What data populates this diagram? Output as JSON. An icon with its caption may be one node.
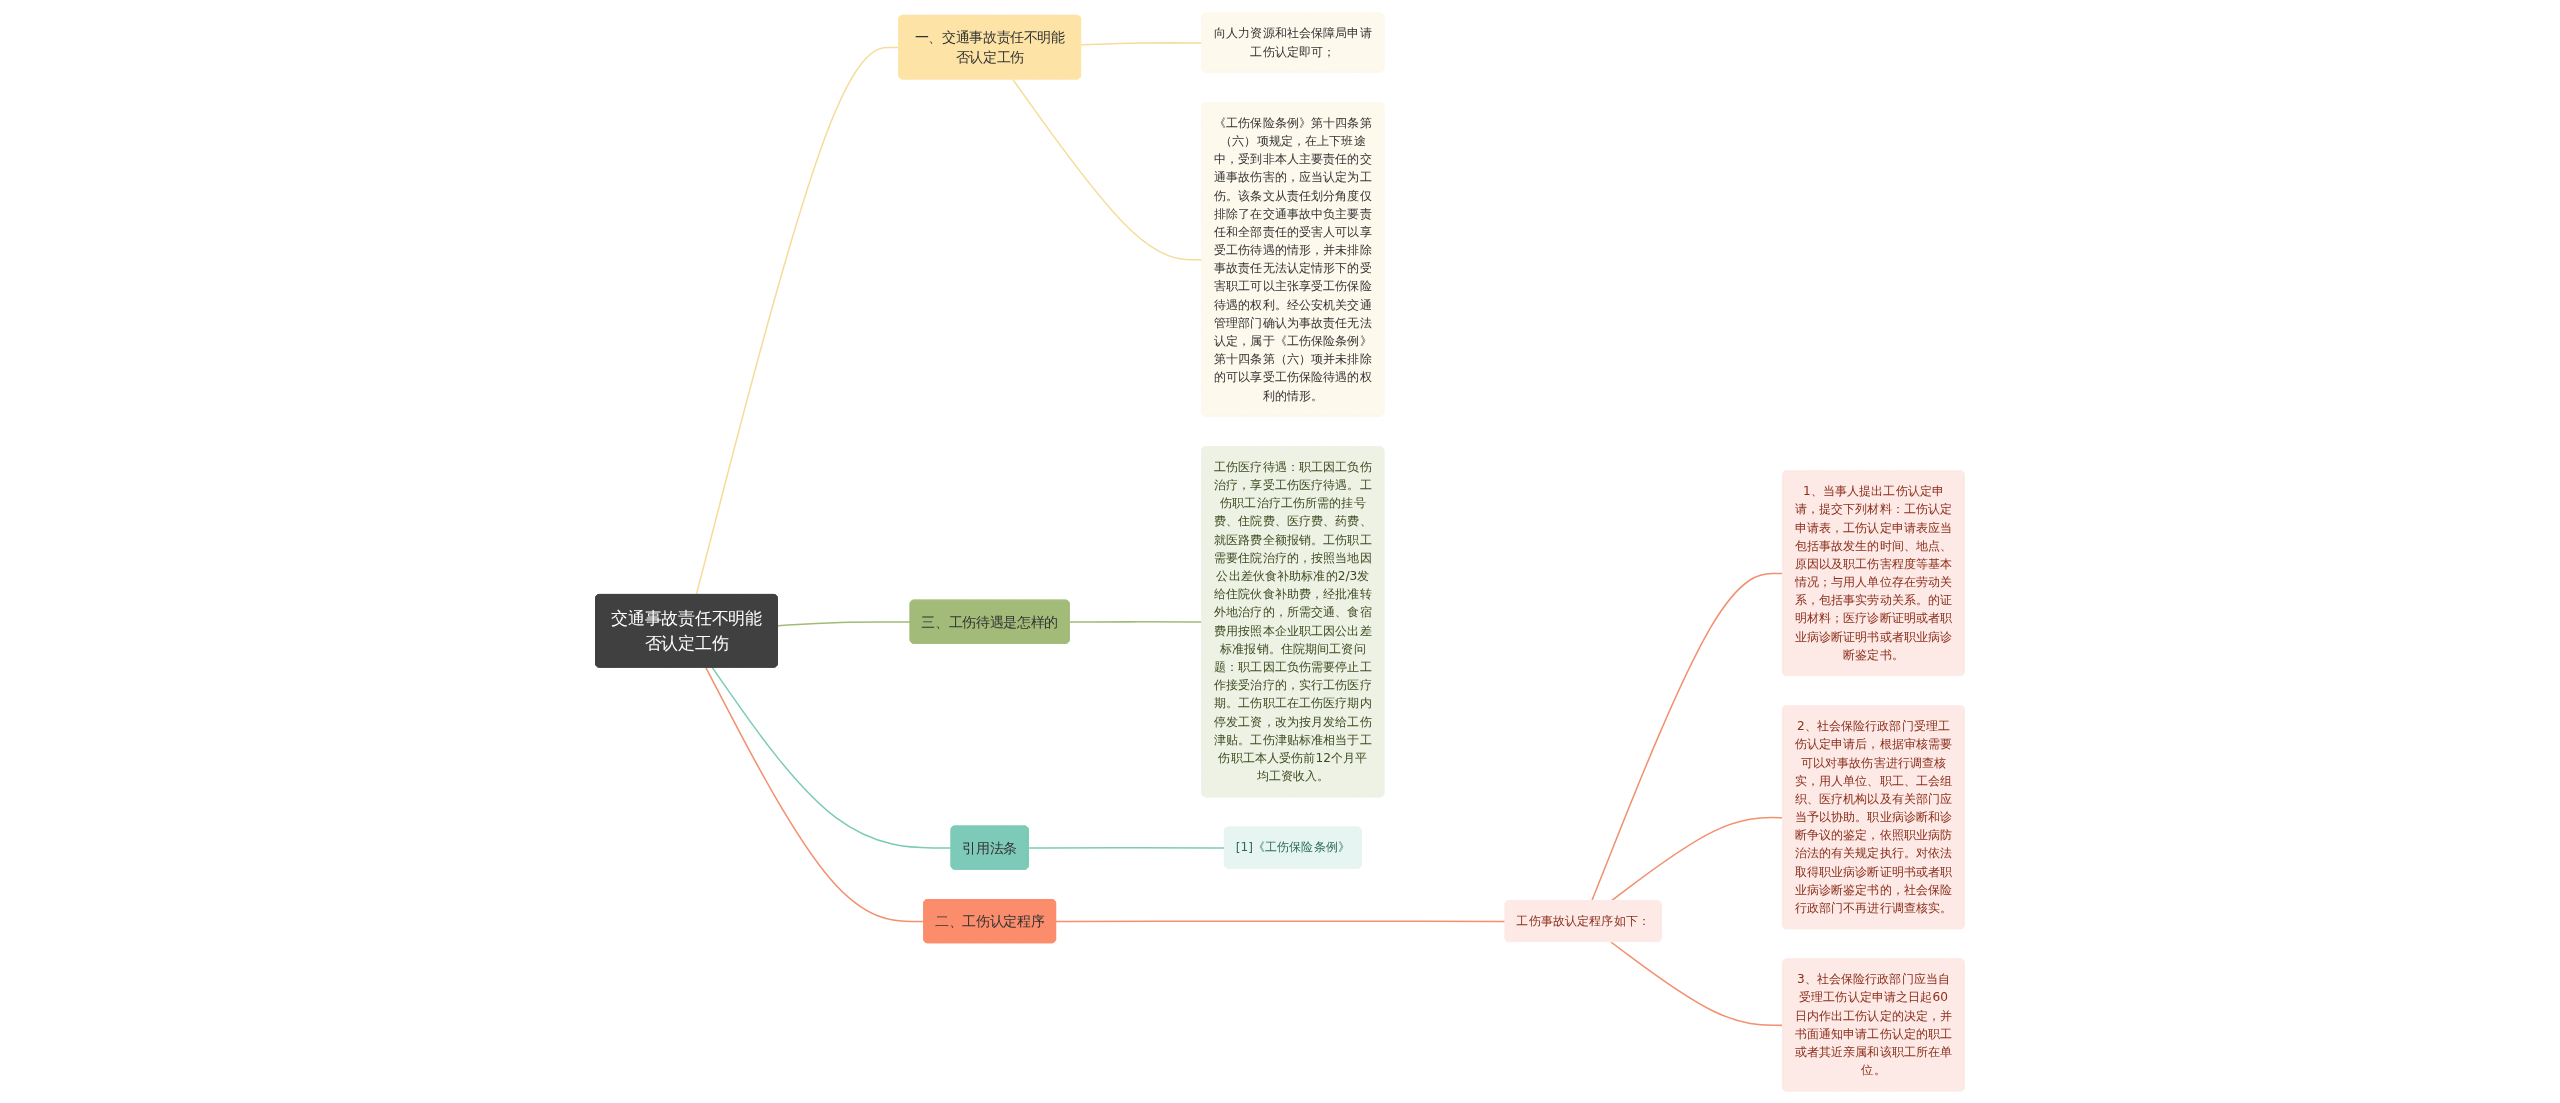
{
  "diagram": {
    "nodes": [
      {
        "text": [
          "交通事故责任不明能否认定工伤"
        ]
      },
      {
        "text": [
          "一、交通事故责任不明能否认定工伤"
        ]
      },
      {
        "text": [
          "向人力资源和社会保障局申请工伤认定即可；"
        ]
      },
      {
        "text": [
          "《工伤保险条例》第十四条第（六）项规定，在上下班途中，受到非本人主要责任的交通事故伤害的，应当认定为工伤。该条文从责任划分角度仅排除了在交通事故中负主要责任和全部责任的受害人可以享受工伤待遇的情形，并未排除事故责任无法认定情形下的受害职工可以主张享受工伤保险待遇的权利。经公安机关交通管理部门确认为事故责任无法认定，属于《工伤保险条例》第十四条第（六）项并未排除的可以享受工伤保险待遇的权利的情形。"
        ]
      },
      {
        "text": [
          "二、工伤认定程序"
        ]
      },
      {
        "text": [
          "工伤事故认定程序如下："
        ]
      },
      {
        "text": [
          "1、当事人提出工伤认定申请，提交下列材料：工伤认定申请表，工伤认定申请表应当包括事故发生的时间、地点、原因以及职工伤害程度等基本情况；与用人单位存在劳动关系，包括事实劳动关系。的证明材料；医疗诊断证明或者职业病诊断证明书或者职业病诊断鉴定书。"
        ]
      },
      {
        "text": [
          "2、社会保险行政部门受理工伤认定申请后，根据审核需要可以对事故伤害进行调查核实，用人单位、职工、工会组织、医疗机构以及有关部门应当予以协助。职业病诊断和诊断争议的鉴定，依照职业病防治法的有关规定执行。对依法取得职业病诊断证明书或者职业病诊断鉴定书的，社会保险行政部门不再进行调查核实。"
        ]
      },
      {
        "text": [
          "3、社会保险行政部门应当自受理工伤认定申请之日起60日内作出工伤认定的决定，并书面通知申请工伤认定的职工或者其近亲属和该职工所在单位。"
        ]
      },
      {
        "text": [
          "三、工伤待遇是怎样的"
        ]
      },
      {
        "text": [
          "工伤医疗待遇：职工因工负伤治疗，享受工伤医疗待遇。工伤职工治疗工伤所需的挂号费、住院费、医疗费、药费、就医路费全额报销。工伤职工需要住院治疗的，按照当地因公出差伙食补助标准的2/3发给住院伙食补助费，经批准转外地治疗的，所需交通、食宿费用按照本企业职工因公出差标准报销。住院期间工资问题：职工因工负伤需要停止工作接受治疗的，实行工伤医疗期。工伤职工在工伤医疗期内停发工资，改为按月发给工伤津贴。工伤津贴标准相当于工伤职工本人受伤前12个月平均工资收入。"
        ]
      },
      {
        "text": [
          "引用法条"
        ]
      },
      {
        "text": [
          "[1]《工伤保险条例》"
        ]
      }
    ],
    "edges": [
      {
        "from": 0,
        "to": 1,
        "arrow": "none",
        "color": "#f5dc9a"
      },
      {
        "from": 1,
        "to": 2,
        "arrow": "none",
        "color": "#f5dc9a"
      },
      {
        "from": 1,
        "to": 3,
        "arrow": "none",
        "color": "#f5dc9a"
      },
      {
        "from": 0,
        "to": 4,
        "arrow": "none",
        "color": "#f2906f"
      },
      {
        "from": 4,
        "to": 5,
        "arrow": "none",
        "color": "#f2906f"
      },
      {
        "from": 5,
        "to": 6,
        "arrow": "none",
        "color": "#f2906f"
      },
      {
        "from": 5,
        "to": 7,
        "arrow": "none",
        "color": "#f2906f"
      },
      {
        "from": 5,
        "to": 8,
        "arrow": "none",
        "color": "#f2906f"
      },
      {
        "from": 0,
        "to": 9,
        "arrow": "none",
        "color": "#a3bb78"
      },
      {
        "from": 9,
        "to": 10,
        "arrow": "none",
        "color": "#a3bb78"
      },
      {
        "from": 0,
        "to": 11,
        "arrow": "none",
        "color": "#7ecab8"
      },
      {
        "from": 11,
        "to": 12,
        "arrow": "none",
        "color": "#7ecab8"
      }
    ]
  }
}
